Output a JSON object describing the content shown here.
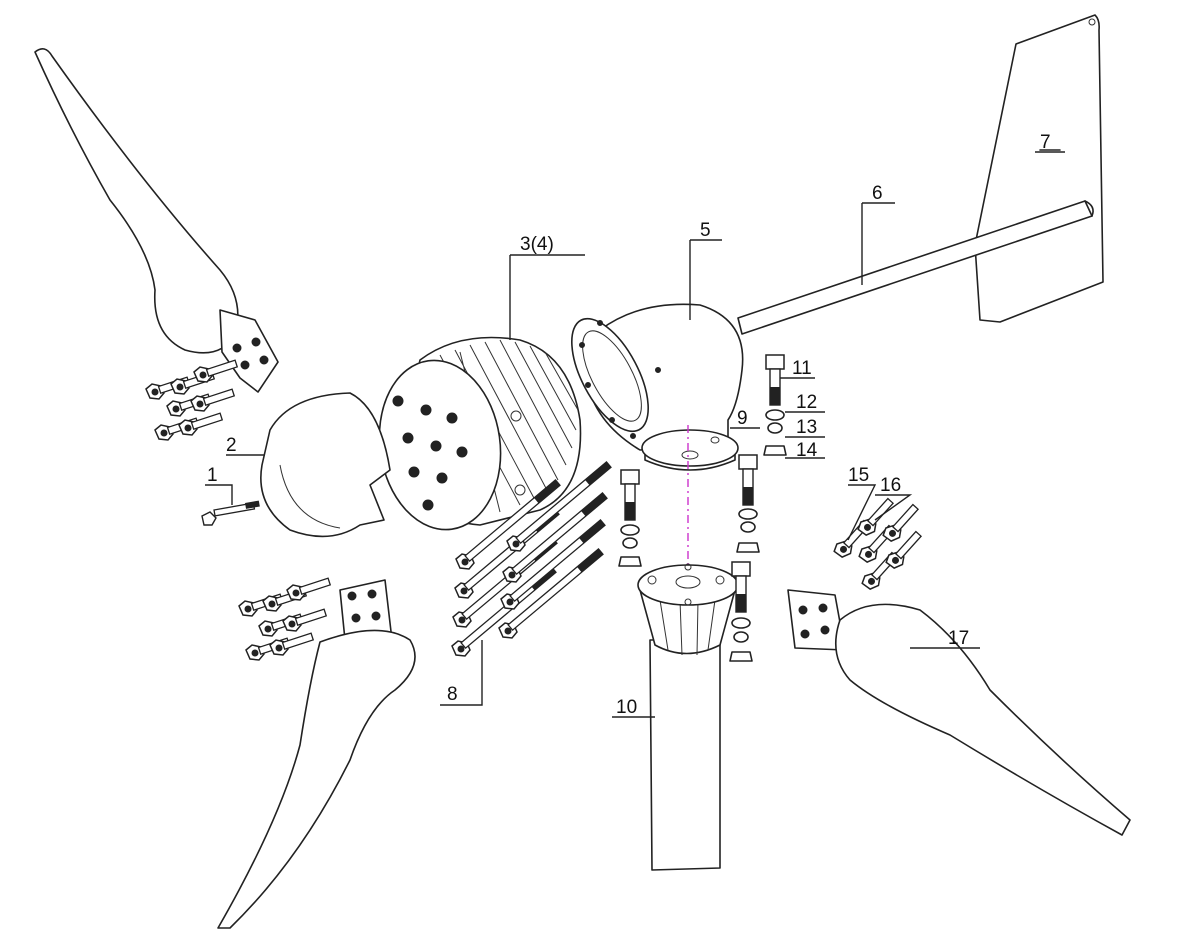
{
  "diagram": {
    "labels": {
      "p1": "1",
      "p2": "2",
      "p3": "3(4)",
      "p5": "5",
      "p6": "6",
      "p7": "7",
      "p8": "8",
      "p9": "9",
      "p10": "10",
      "p11": "11",
      "p12": "12",
      "p13": "13",
      "p14": "14",
      "p15": "15",
      "p16": "16",
      "p17": "17"
    }
  }
}
